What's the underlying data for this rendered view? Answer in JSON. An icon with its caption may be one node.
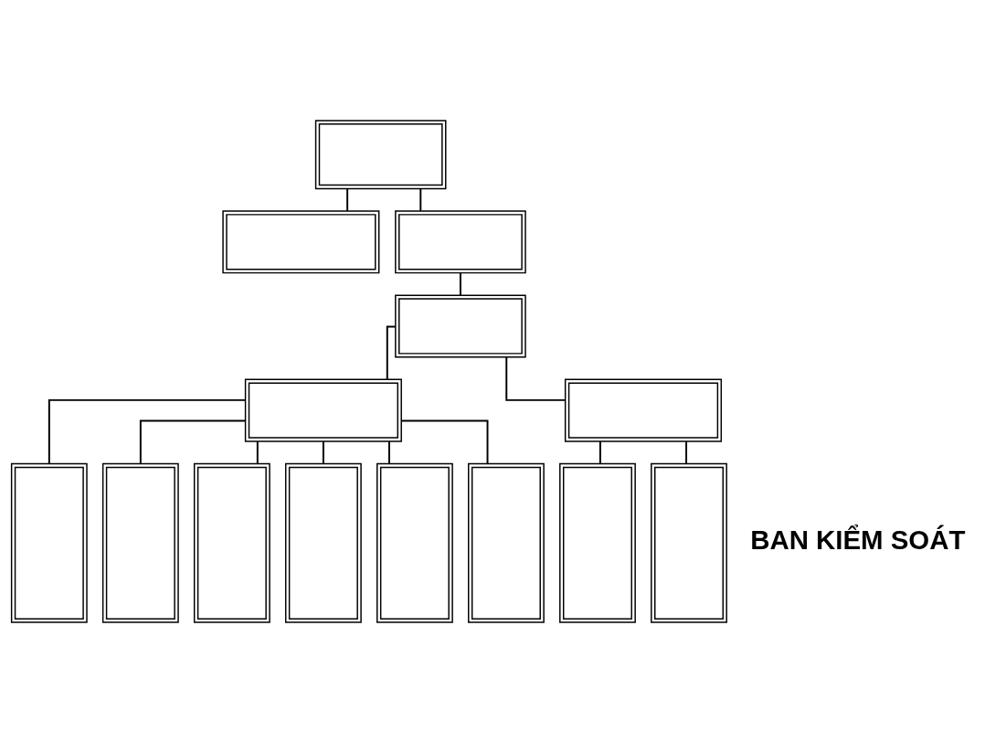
{
  "diagram": {
    "nodes": [
      {
        "text": [],
        "shape": "box"
      },
      {
        "text": [],
        "shape": "box"
      },
      {
        "text": [],
        "shape": "box"
      },
      {
        "text": [],
        "shape": "box"
      },
      {
        "text": [],
        "shape": "box"
      },
      {
        "text": [],
        "shape": "box"
      },
      {
        "text": [],
        "shape": "box"
      },
      {
        "text": [],
        "shape": "box"
      },
      {
        "text": [],
        "shape": "box"
      },
      {
        "text": [],
        "shape": "box"
      },
      {
        "text": [],
        "shape": "box"
      },
      {
        "text": [],
        "shape": "box"
      },
      {
        "text": [],
        "shape": "box"
      },
      {
        "text": [],
        "shape": "box"
      }
    ],
    "edges": [
      {
        "from": 0,
        "to": 1,
        "arrow": "none"
      },
      {
        "from": 0,
        "to": 2,
        "arrow": "none"
      },
      {
        "from": 2,
        "to": 3,
        "arrow": "none"
      },
      {
        "from": 3,
        "to": 4,
        "arrow": "none"
      },
      {
        "from": 3,
        "to": 5,
        "arrow": "none"
      },
      {
        "from": 4,
        "to": 6,
        "arrow": "none"
      },
      {
        "from": 4,
        "to": 7,
        "arrow": "none"
      },
      {
        "from": 4,
        "to": 8,
        "arrow": "none"
      },
      {
        "from": 4,
        "to": 9,
        "arrow": "none"
      },
      {
        "from": 4,
        "to": 10,
        "arrow": "none"
      },
      {
        "from": 4,
        "to": 11,
        "arrow": "none"
      },
      {
        "from": 5,
        "to": 12,
        "arrow": "none"
      },
      {
        "from": 5,
        "to": 13,
        "arrow": "none"
      }
    ],
    "labels": [
      "BAN KIỂM SOÁT"
    ]
  }
}
